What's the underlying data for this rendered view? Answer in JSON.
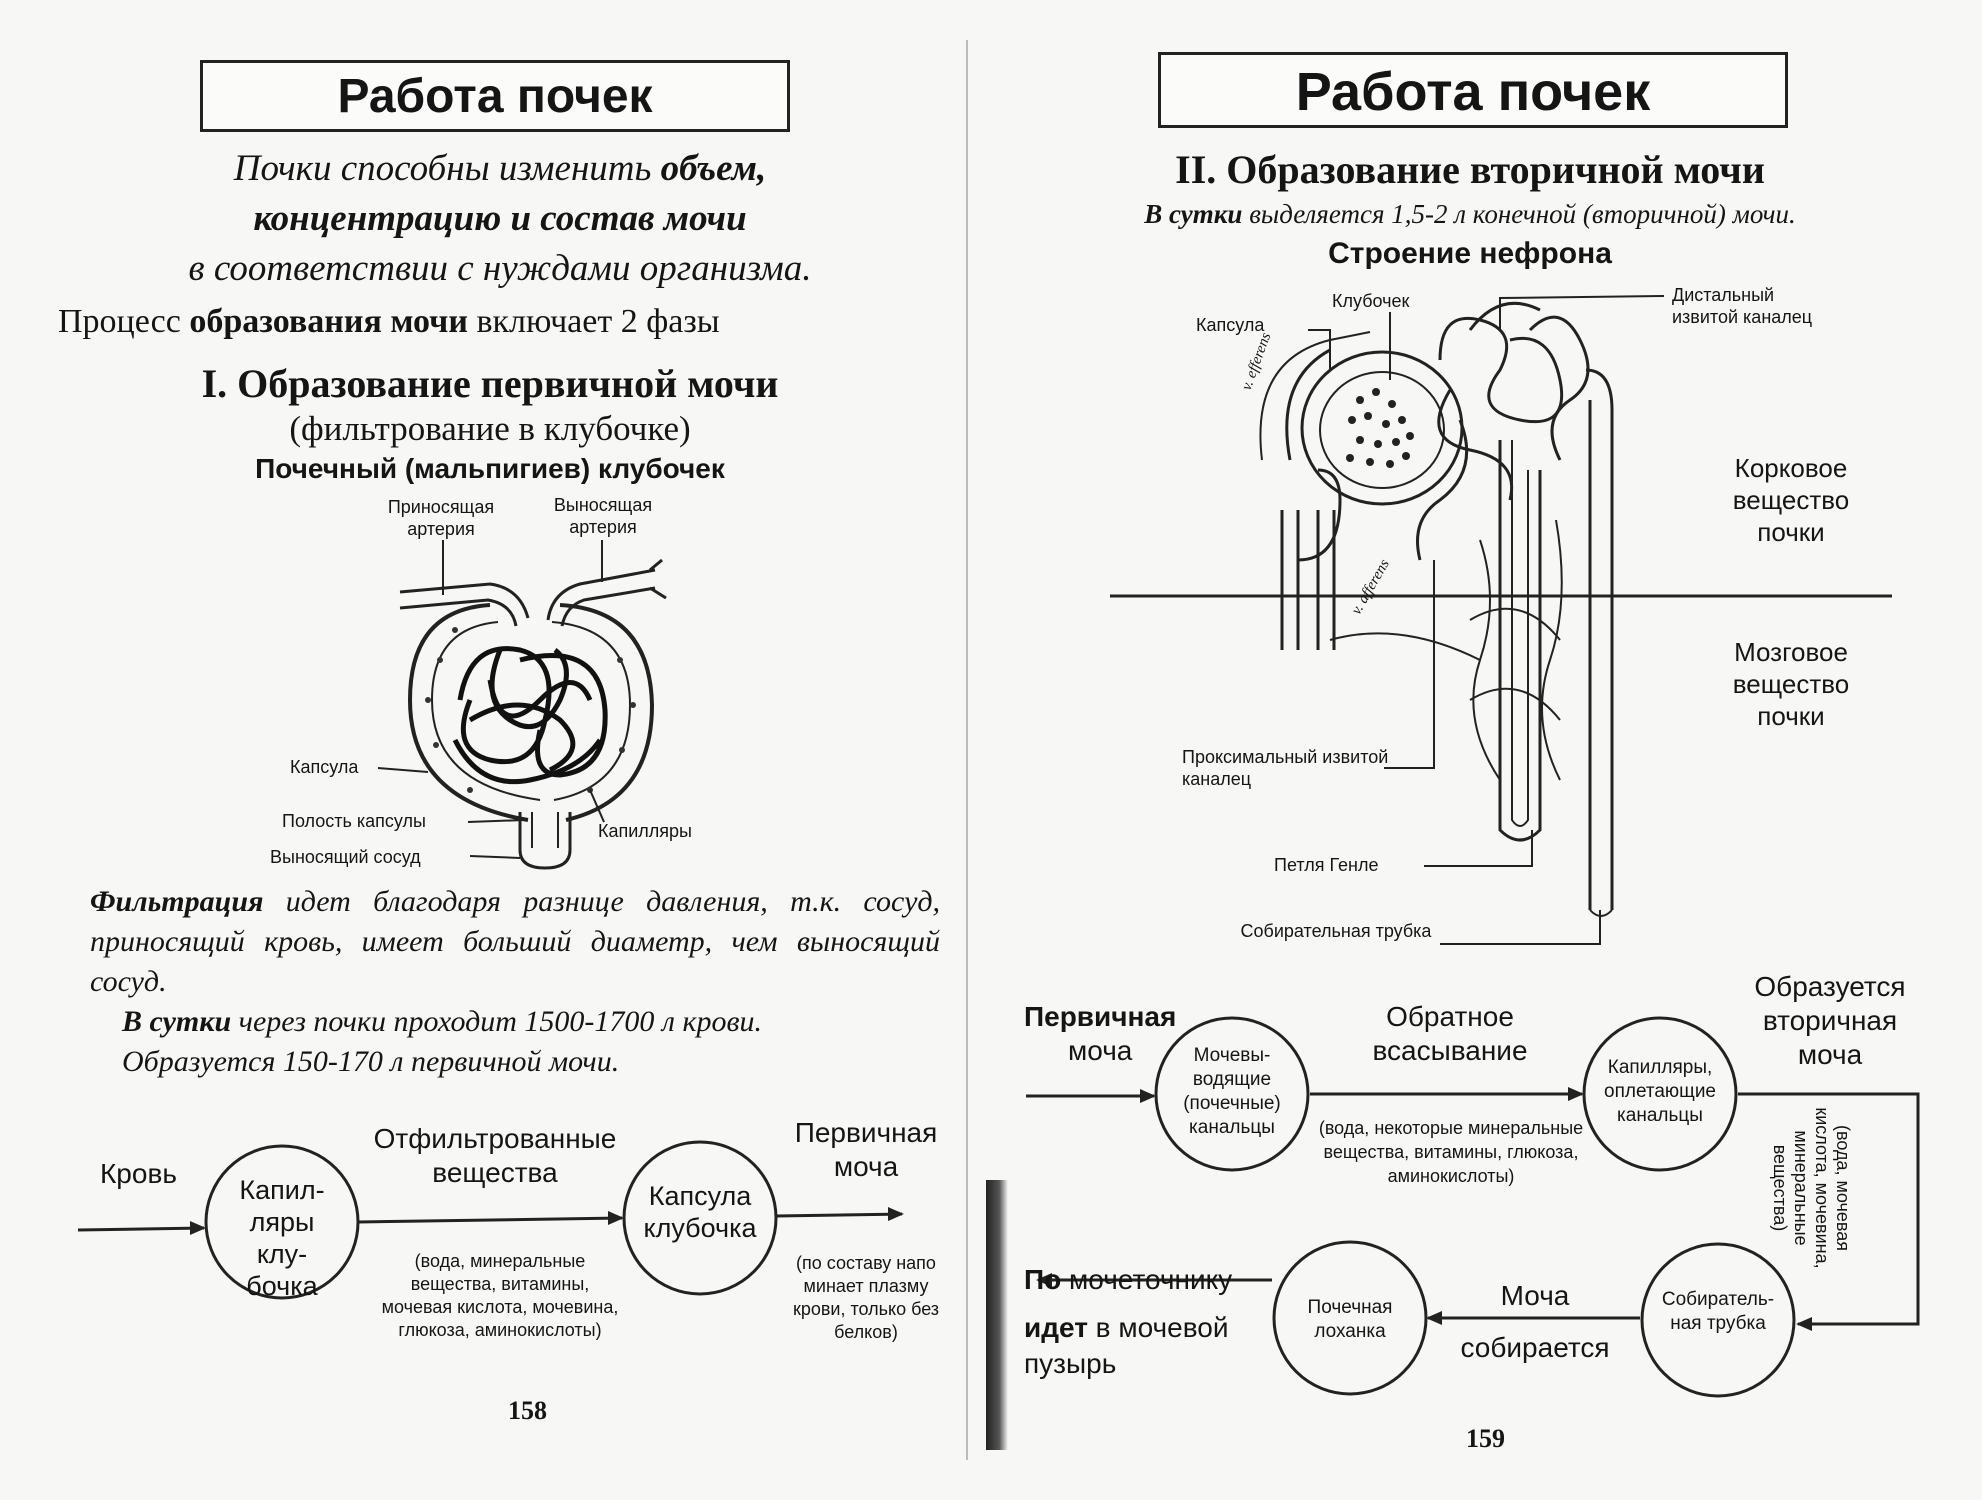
{
  "left": {
    "header": "Работа почек",
    "intro": {
      "line1_a": "Почки способны изменить ",
      "line1_b": "объем,",
      "line2": "концентрацию и состав мочи",
      "line3": "в соответствии с нуждами организма."
    },
    "process": {
      "a": "Процесс ",
      "b": "образования мочи",
      "c": " включает 2 фазы"
    },
    "phase1_title": "I. Образование первичной мочи",
    "phase1_sub": "(фильтрование в клубочке)",
    "diagram_title": "Почечный (мальпигиев) клубочек",
    "diagram_labels": {
      "afferent": "Приносящая артерия",
      "efferent": "Выносящая артерия",
      "capsule": "Капсула",
      "cavity": "Полость капсулы",
      "vessel": "Выносящий сосуд",
      "capillaries": "Капилляры"
    },
    "filtration": {
      "p1_a": "Фильтрация",
      "p1_b": " идет благодаря разнице давления, т.к. сосуд, приносящий кровь, имеет больший диаметр, чем выносящий сосуд.",
      "p2_a": "В сутки",
      "p2_b": " через почки проходит 1500-1700 л крови.",
      "p3": "Образуется 150-170 л первичной мочи."
    },
    "flow": {
      "blood": "Кровь",
      "node1": "Капил- ляры клу- бочка",
      "filtered": "Отфильтрованные вещества",
      "filtered_note": "(вода, минеральные вещества, витамины, мочевая кислота, мочевина, глюкоза, аминокислоты)",
      "node2": "Капсула клубочка",
      "primary": "Первичная моча",
      "primary_note": "(по составу напо минает плазму крови, только без белков)"
    },
    "page_number": "158"
  },
  "right": {
    "header": "Работа почек",
    "phase2_title": "II. Образование вторичной мочи",
    "daily_a": "В сутки",
    "daily_b": " выделяется 1,5-2 л конечной (вторичной) мочи.",
    "diagram_title": "Строение нефрона",
    "diagram_labels": {
      "capsule": "Капсула",
      "glomerulus": "Клубочек",
      "distal": "Дистальный извитой каналец",
      "cortex": "Корковое вещество почки",
      "medulla": "Мозговое вещество почки",
      "proximal": "Проксимальный извитой каналец",
      "henle": "Петля Генле",
      "collecting": "Собирательная трубка",
      "v_eff": "v. efferens",
      "v_aff": "v. afferens"
    },
    "flow": {
      "primary_a": "Первичная",
      "primary_b": "моча",
      "node1": "Мочевы- водящие (почечные) канальцы",
      "reabs": "Обратное всасывание",
      "reabs_note": "(вода, некоторые минеральные вещества, витамины, глюкоза, аминокислоты)",
      "node2": "Капилляры, оплетающие канальцы",
      "formed": "Образуется вторичная моча",
      "side_note": "(вода, мочевая кислота, мочевина, минеральные вещества)",
      "node3": "Собиратель- ная трубка",
      "urine": "Моча собирается",
      "node4": "Почечная лоханка",
      "out_a": "По",
      "out_b": " мочеточнику",
      "out_c": "идет",
      "out_d": " в мочевой пузырь"
    },
    "page_number": "159"
  }
}
